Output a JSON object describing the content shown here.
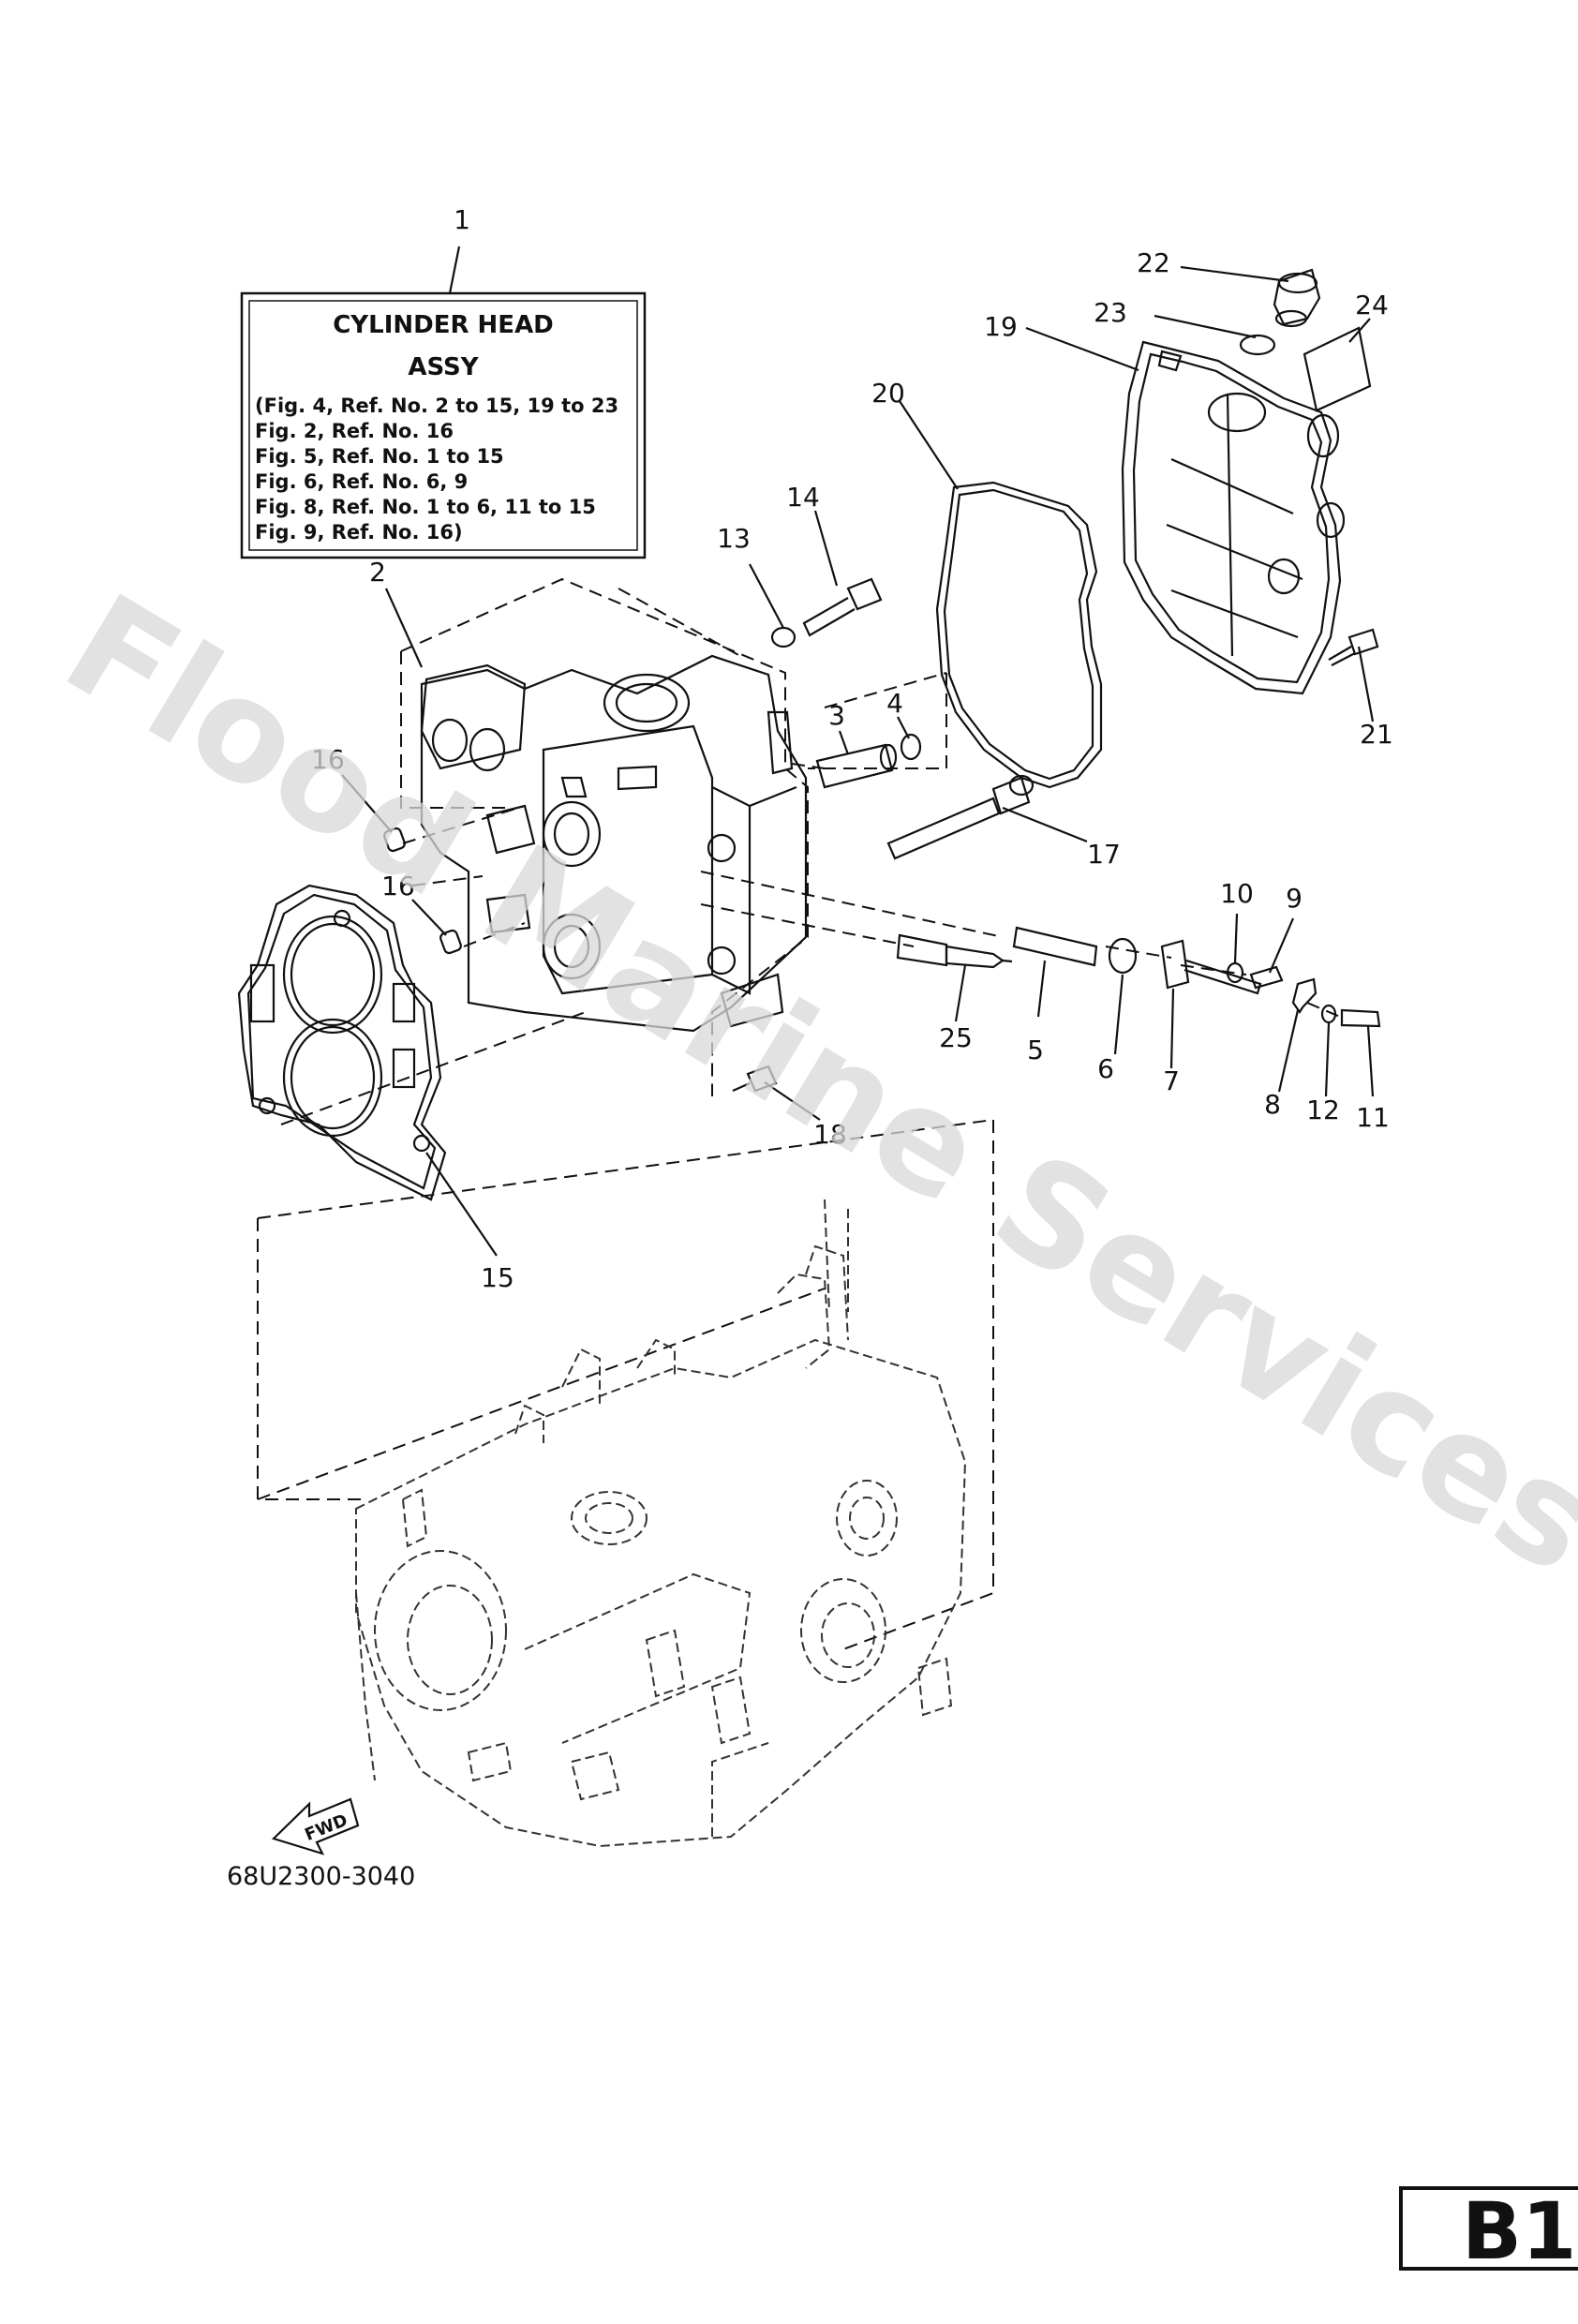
{
  "assy_box": {
    "title_line1": "CYLINDER HEAD",
    "title_line2": "ASSY",
    "refs": [
      "(Fig. 4, Ref. No. 2 to 15, 19 to 23",
      " Fig. 2, Ref. No. 16",
      " Fig. 5, Ref. No. 1 to 15",
      " Fig. 6, Ref. No. 6, 9",
      " Fig. 8, Ref. No. 1 to 6, 11 to 15",
      " Fig. 9, Ref. No. 16)"
    ]
  },
  "callouts": {
    "c1": "1",
    "c2": "2",
    "c3": "3",
    "c4": "4",
    "c5": "5",
    "c6": "6",
    "c7": "7",
    "c8": "8",
    "c9": "9",
    "c10": "10",
    "c11": "11",
    "c12": "12",
    "c13": "13",
    "c14": "14",
    "c15": "15",
    "c16a": "16",
    "c16b": "16",
    "c17": "17",
    "c18": "18",
    "c19": "19",
    "c20": "20",
    "c21": "21",
    "c22": "22",
    "c23": "23",
    "c24": "24",
    "c25": "25"
  },
  "fwd_label": "FWD",
  "part_code": "68U2300-3040",
  "page_badge": "B1",
  "watermark": "Flood Marine Services"
}
